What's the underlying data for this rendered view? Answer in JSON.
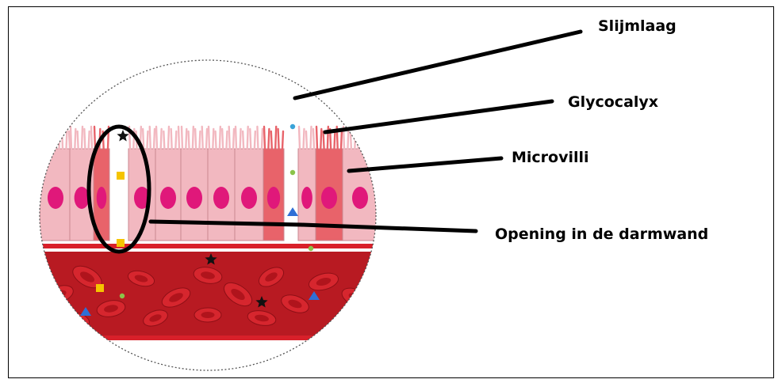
{
  "labels": {
    "slijmlaag": "Slijmlaag",
    "glycocalyx": "Glycocalyx",
    "microvilli": "Microvilli",
    "opening": "Opening in de darmwand"
  },
  "colors": {
    "cell_light": "#f2b8c0",
    "cell_dark": "#e8636a",
    "nucleus": "#e0187a",
    "vessel_wall": "#d8202a",
    "blood": "#b81a22",
    "rbc": "#d6262e"
  },
  "cells": [
    {
      "tone": "light"
    },
    {
      "tone": "light"
    },
    {
      "tone": "dark"
    },
    {
      "tone": "light"
    },
    {
      "tone": "light"
    },
    {
      "tone": "light"
    },
    {
      "tone": "light"
    },
    {
      "tone": "light"
    },
    {
      "tone": "dark"
    },
    {
      "tone": "light"
    },
    {
      "tone": "dark"
    },
    {
      "tone": "light"
    }
  ],
  "particles": [
    {
      "shape": "star",
      "color": "#111111"
    },
    {
      "shape": "square",
      "color": "#f5c400"
    },
    {
      "shape": "square",
      "color": "#f5c400"
    },
    {
      "shape": "triangle",
      "color": "#2f6fd6"
    },
    {
      "shape": "dot",
      "color": "#8bc34a"
    },
    {
      "shape": "dot",
      "color": "#3aa3d8"
    },
    {
      "shape": "star",
      "color": "#111111"
    },
    {
      "shape": "star",
      "color": "#111111"
    },
    {
      "shape": "square",
      "color": "#f5c400"
    },
    {
      "shape": "dot",
      "color": "#8bc34a"
    },
    {
      "shape": "triangle",
      "color": "#2f6fd6"
    },
    {
      "shape": "triangle",
      "color": "#2f6fd6"
    },
    {
      "shape": "dot",
      "color": "#8bc34a"
    }
  ]
}
